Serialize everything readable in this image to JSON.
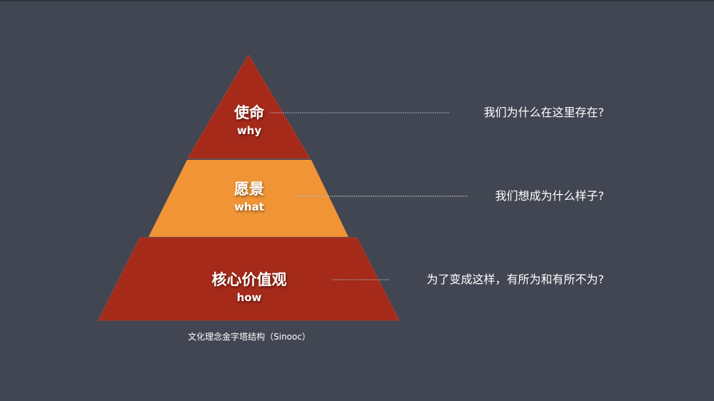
{
  "diagram": {
    "type": "pyramid",
    "colors": {
      "background": "#414652",
      "layer_red": "#a52a1a",
      "layer_orange": "#f09435",
      "connector_line": "#9ea3ad",
      "text": "#ffffff"
    },
    "layers": [
      {
        "title": "使命",
        "subtitle": "why",
        "question": "我们为什么在这里存在?",
        "color": "#a52a1a"
      },
      {
        "title": "愿景",
        "subtitle": "what",
        "question": "我们想成为什么样子?",
        "color": "#f09435"
      },
      {
        "title": "核心价值观",
        "subtitle": "how",
        "question": "为了变成这样，有所为和有所不为?",
        "color": "#a52a1a"
      }
    ],
    "caption": "文化理念金字塔结构（Sinooc）"
  }
}
